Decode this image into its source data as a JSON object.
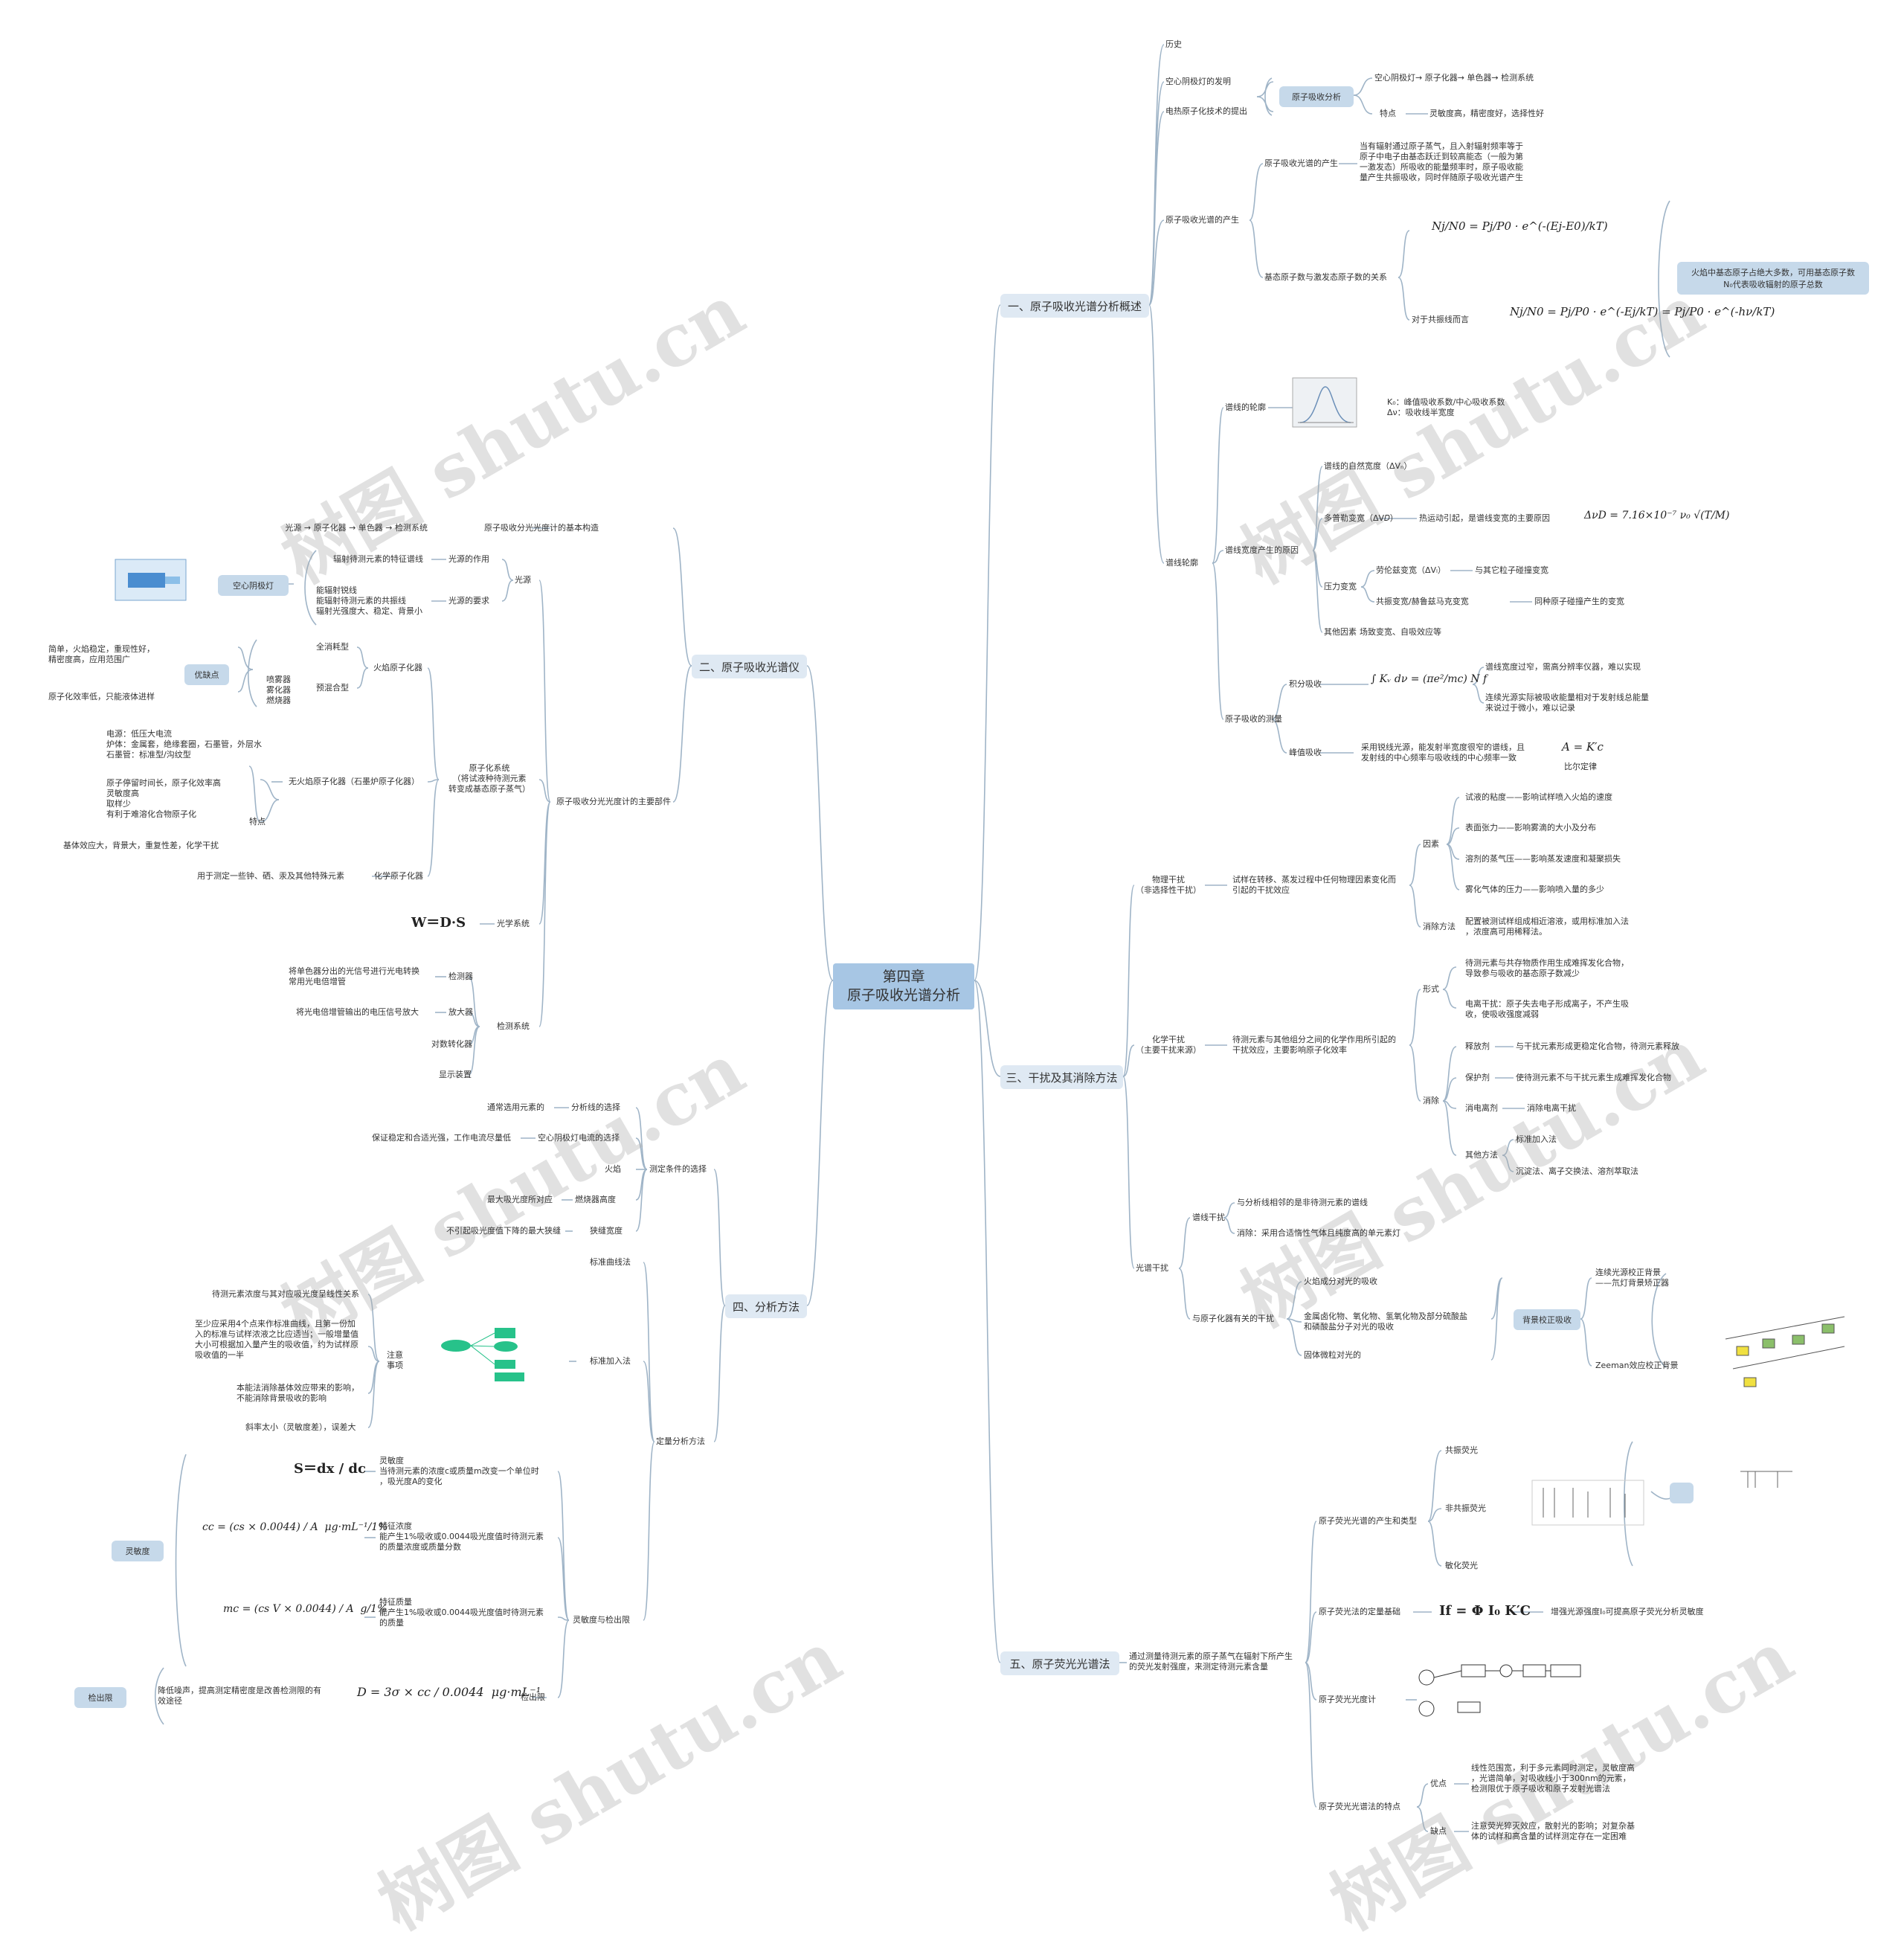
{
  "watermark": "树图 shutu.cn",
  "colors": {
    "line": "#9fb4c7",
    "main_box": "#dfe9f3",
    "sub_box": "#c6d9ea",
    "center": "#a7c6e4"
  },
  "center": "第四章\n原子吸收光谱分析",
  "s1": {
    "title": "一、原子吸收光谱分析概述",
    "history": "历史",
    "h1": "空心阴极灯的发明",
    "h2": "电热原子化技术的提出",
    "aas": "原子吸收分析",
    "flow": "空心阴极灯→ 原子化器→ 单色器→ 检测系统",
    "feature_label": "特点",
    "feature": "灵敏度高，精密度好，选择性好",
    "produce": "原子吸收光谱的产生",
    "produce_1": "原子吸收光谱的产生",
    "produce_1_text": "当有辐射通过原子蒸气，且入射辐射频率等于\n原子中电子由基态跃迁到较高能态（一般为第\n一激发态）所吸收的能量频率时，原子吸收能\n量产生共振吸收，同时伴随原子吸收光谱产生",
    "produce_2": "基态原子数与激发态原子数的关系",
    "boltz_1": "Nj/N0 = Pj/P0 · e^(-(Ej-E0)/kT)",
    "resonance": "对于共振线而言",
    "boltz_2": "Nj/N0 = Pj/P0 · e^(-Ej/kT) = Pj/P0 · e^(-hν/kT)",
    "note": "火焰中基态原子占绝大多数，可用基态原子数\nN₀代表吸收辐射的原子总数",
    "profile": "谱线轮廓",
    "profile_shape": "谱线的轮廓",
    "profile_text": "K₀：峰值吸收系数/中心吸收系数\nΔν：吸收线半宽度",
    "broaden": "谱线宽度产生的原因",
    "natural": "谱线的自然宽度（ΔVₙ）",
    "doppler": "多普勒变宽（ΔV𝐷）",
    "doppler_text": "热运动引起，是谱线变宽的主要原因",
    "doppler_formula": "Δν𝐷 = 7.16×10⁻⁷ ν₀ √(T/M)",
    "pressure": "压力变宽",
    "lorentz": "劳伦兹变宽（ΔVₗ）",
    "lorentz_text": "与其它粒子碰撞变宽",
    "holtsmark": "共振变宽/赫鲁兹马克变宽",
    "holtsmark_text": "同种原子碰撞产生的变宽",
    "others": "其他因素",
    "others_text": "场致变宽、自吸效应等",
    "measure": "原子吸收的测量",
    "integral": "积分吸收",
    "integral_formula": "∫ Kᵥ dν = (πe²/mc) N f",
    "integral_t1": "谱线宽度过窄，需高分辨率仪器，难以实现",
    "integral_t2": "连续光源实际被吸收能量相对于发射线总能量\n来说过于微小，难以记录",
    "peak": "峰值吸收",
    "peak_text": "采用锐线光源，能发射半宽度很窄的谱线，且\n发射线的中心频率与吸收线的中心频率一致",
    "beer_formula": "A = K′c",
    "beer": "比尔定律"
  },
  "s2": {
    "title": "二、原子吸收光谱仪",
    "basic": "原子吸收分光光度计的基本构造",
    "basic_flow": "光源 → 原子化器 → 单色器 → 检测系统",
    "parts": "原子吸收分光光度计的主要部件",
    "light": "光源",
    "light_role": "光源的作用",
    "light_role_text": "辐射待测元素的特征谱线",
    "light_req": "光源的要求",
    "light_req_text": "能辐射锐线\n能辐射待测元素的共振线\n辐射光强度大、稳定、背景小",
    "hcl": "空心阴极灯",
    "atomizer": "原子化系统\n（将试液种待测元素\n转变成基态原子蒸气）",
    "flame": "火焰原子化器",
    "full": "全消耗型",
    "premix": "预混合型",
    "premix_parts": "喷雾器\n雾化器\n燃烧器",
    "proscons": "优缺点",
    "pros": "简单，火焰稳定，重现性好，\n精密度高，应用范围广",
    "cons": "原子化效率低，只能液体进样",
    "flameless": "无火焰原子化器（石墨炉原子化器）",
    "flameless_text": "电源：低压大电流\n炉体：金属套，绝缘套圈，石墨管，外层水\n石墨管：标准型/沟纹型",
    "flameless_feat": "特点",
    "flameless_pros": "原子停留时间长，原子化效率高\n灵敏度高\n取样少\n有利于难溶化合物原子化",
    "flameless_cons": "基体效应大，背景大，重复性差，化学干扰",
    "chemical": "化学原子化器",
    "chemical_text": "用于测定一些钟、硒、汞及其他特殊元素",
    "optics": "光学系统",
    "wds": "W＝D·S",
    "detect": "检测系统",
    "d1": "检测器",
    "d1_text": "将单色器分出的光信号进行光电转换\n常用光电倍增管",
    "d2": "放大器",
    "d2_text": "将光电倍增管输出的电压信号放大",
    "d3": "对数转化器",
    "d4": "显示装置"
  },
  "s4": {
    "title": "四、分析方法",
    "cond": "测定条件的选择",
    "c1": "分析线的选择",
    "c1_text": "通常选用元素的",
    "c2": "空心阴极灯电流的选择",
    "c2_text": "保证稳定和合适光强，工作电流尽量低",
    "c3": "火焰",
    "c4": "燃烧器高度",
    "c4_text": "最大吸光度所对应",
    "c5": "狭缝宽度",
    "c5_text": "不引起吸光度值下降的最大狭缝",
    "quant": "定量分析方法",
    "std_curve": "标准曲线法",
    "std_add": "标准加入法",
    "attention": "注意\n事项",
    "a1": "待测元素浓度与其对应吸光度呈线性关系",
    "a2": "至少应采用4个点来作标准曲线，且第一份加\n入的标准与试样浓液之比应适当；一般增量值\n大小可根据加入量产生的吸收值，约为试样原\n吸收值的一半",
    "a3": "本能法消除基体效应带来的影响，\n不能消除背景吸收的影响",
    "a4": "斜率太小（灵敏度差），误差大",
    "sens_det": "灵敏度与检出限",
    "sens": "灵敏度",
    "s_formula": "S＝dx / dc",
    "s_text": "灵敏度\n当待测元素的浓度c或质量m改变一个单位时\n，吸光度A的变化",
    "cc_formula": "cc = (cs × 0.0044) / A  μg·mL⁻¹/1%",
    "cc_text": "特征浓度\n能产生1%吸收或0.0044吸光度值时待测元素\n的质量浓度或质量分数",
    "mc_formula": "mc = (cs V × 0.0044) / A  g/1%",
    "mc_text": "特征质量\n能产生1%吸收或0.0044吸光度值时待测元素\n的质量",
    "det": "检出限",
    "det_box": "检出限",
    "det_text": "降低噪声，提高测定精密度是改善检测限的有\n效途径",
    "d_formula": "D = 3σ × cc / 0.0044  μg·mL⁻¹"
  },
  "s3": {
    "title": "三、干扰及其消除方法",
    "phys": "物理干扰\n（非选择性干扰）",
    "phys_text": "试样在转移、蒸发过程中任何物理因素变化而\n引起的干扰效应",
    "factor": "因素",
    "f1": "试液的粘度——影响试样喷入火焰的速度",
    "f2": "表面张力——影响雾滴的大小及分布",
    "f3": "溶剂的蒸气压——影响蒸发速度和凝聚损失",
    "f4": "雾化气体的压力——影响喷入量的多少",
    "elim": "消除方法",
    "elim_text": "配置被测试样组成相近溶液，或用标准加入法\n，浓度高可用稀释法。",
    "chem": "化学干扰\n（主要干扰来源）",
    "chem_text": "待测元素与其他组分之间的化学作用所引起的\n干扰效应，主要影响原子化效率",
    "form": "形式",
    "form1": "待测元素与共存物质作用生成难挥发化合物，\n导致参与吸收的基态原子数减少",
    "form2": "电离干扰：原子失去电子形成离子，不产生吸\n收，使吸收强度减弱",
    "elim2": "消除",
    "e1": "释放剂",
    "e1_text": "与干扰元素形成更稳定化合物，待测元素释放",
    "e2": "保护剂",
    "e2_text": "使待测元素不与干扰元素生成难挥发化合物",
    "e3": "消电离剂",
    "e3_text": "消除电离干扰",
    "e4": "其他方法",
    "e4_t1": "标准加入法",
    "e4_t2": "沉淀法、离子交换法、溶剂萃取法",
    "spec": "光谱干扰",
    "line": "谱线干扰",
    "line_t1": "与分析线相邻的是非待测元素的谱线",
    "line_t2": "消除：采用合适惰性气体且纯度高的单元素灯",
    "atom": "与原子化器有关的干扰",
    "atom_t1": "火焰成分对光的吸收",
    "atom_t2": "金属卤化物、氧化物、氢氧化物及部分硫酸盐\n和磷酸盐分子对光的吸收",
    "atom_t3": "固体微粒对光的",
    "bg": "背景校正吸收",
    "bg1": "连续光源校正背景\n——氘灯背景矫正器",
    "bg2": "Zeeman效应校正背景"
  },
  "s5": {
    "title": "五、原子荧光光谱法",
    "intro": "通过测量待测元素的原子蒸气在辐射下所产生\n的荧光发射强度，来测定待测元素含量",
    "produce": "原子荧光光谱的产生和类型",
    "p1": "共振荧光",
    "p2": "非共振荧光",
    "p3": "敏化荧光",
    "quant": "原子荧光法的定量基础",
    "quant_formula": "If = Φ I₀ K′C",
    "quant_text": "增强光源强度I₀可提高原子荧光分析灵敏度",
    "inst": "原子荧光光度计",
    "feat": "原子荧光光谱法的特点",
    "pros": "优点",
    "pros_text": "线性范围宽，利于多元素同时测定，灵敏度高\n，光谱简单，对吸收线小于300nm的元素，\n检测限优于原子吸收和原子发射光谱法",
    "cons": "缺点",
    "cons_text": "注意荧光猝灭效应，散射光的影响；对复杂基\n体的试样和高含量的试样测定存在一定困难"
  }
}
